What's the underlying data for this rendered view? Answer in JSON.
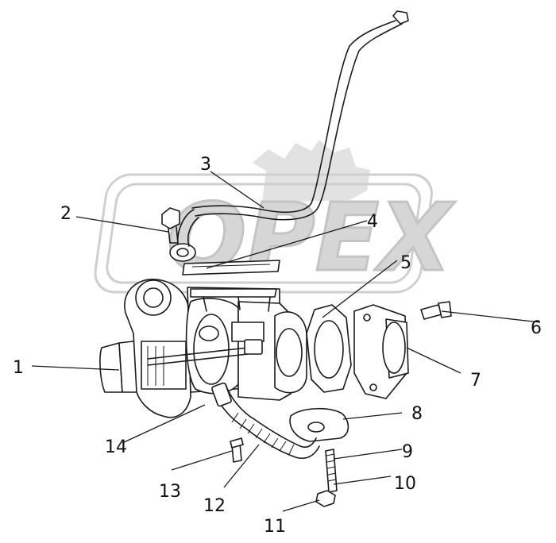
{
  "watermark": {
    "text": "OPEX"
  },
  "callouts": {
    "c1": "1",
    "c2": "2",
    "c3": "3",
    "c4": "4",
    "c5": "5",
    "c6": "6",
    "c7": "7",
    "c8": "8",
    "c9": "9",
    "c10": "10",
    "c11": "11",
    "c12": "12",
    "c13": "13",
    "c14": "14"
  }
}
